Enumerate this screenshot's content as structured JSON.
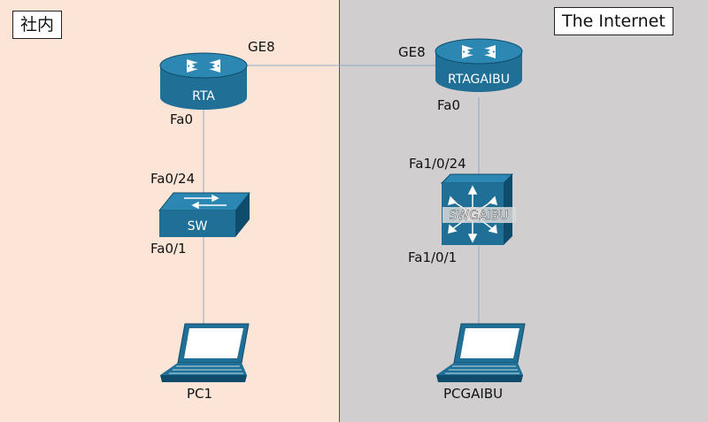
{
  "zones": {
    "left_label": "社内",
    "right_label": "The Internet"
  },
  "devices": {
    "rta": {
      "label": "RTA"
    },
    "rtagaibu": {
      "label": "RTAGAIBU"
    },
    "sw": {
      "label": "SW"
    },
    "swgaibu": {
      "label": "SWGAIBU"
    },
    "pc1": {
      "label": "PC1"
    },
    "pcgaibu": {
      "label": "PCGAIBU"
    }
  },
  "ports": {
    "rta_ge": "GE8",
    "rtagaibu_ge": "GE8",
    "rta_fa": "Fa0",
    "rtagaibu_fa": "Fa0",
    "sw_up": "Fa0/24",
    "sw_down": "Fa0/1",
    "swgaibu_up": "Fa1/0/24",
    "swgaibu_down": "Fa1/0/1"
  },
  "colors": {
    "device": "#1f6f96",
    "device_dark": "#0f4c6b",
    "device_top": "#2c87b3",
    "link": "#8fa7c4"
  },
  "icons": [
    "router-icon",
    "switch-icon",
    "multilayer-switch-icon",
    "laptop-icon"
  ]
}
